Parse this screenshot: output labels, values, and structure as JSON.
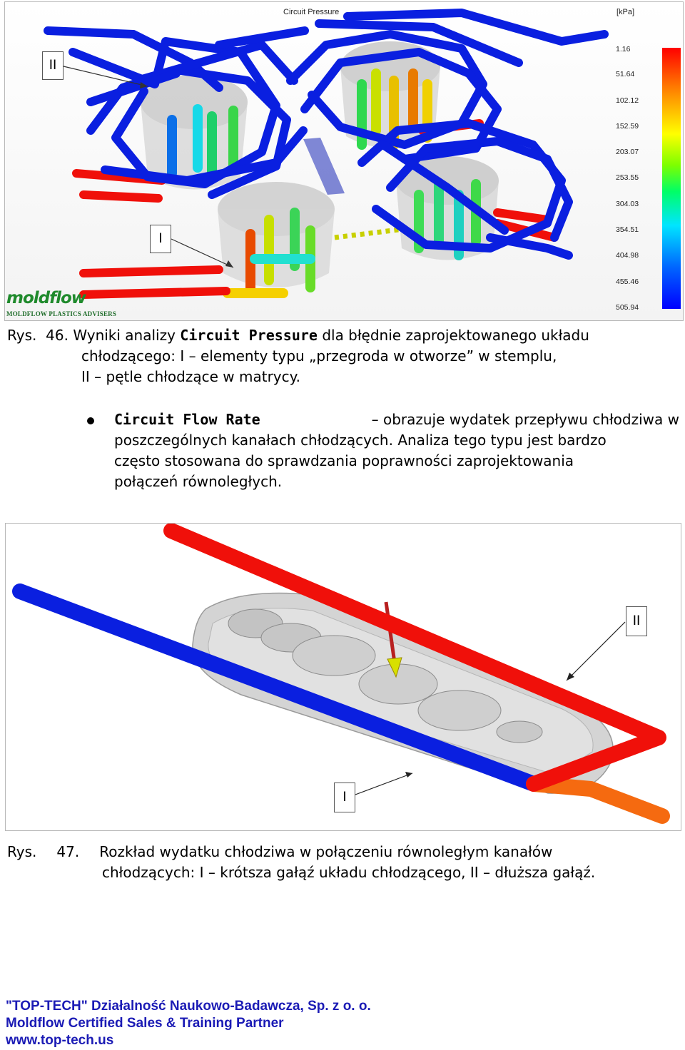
{
  "figure1": {
    "legend_title": "Circuit Pressure",
    "legend_unit": "[kPa]",
    "legend_values": [
      "1.16",
      "51.64",
      "102.12",
      "152.59",
      "203.07",
      "253.55",
      "304.03",
      "354.51",
      "404.98",
      "455.46",
      "505.94"
    ],
    "callout_top": "II",
    "callout_bottom": "I",
    "logo": "moldflow",
    "logo_sub": "MOLDFLOW PLASTICS ADVISERS"
  },
  "caption46": {
    "label": "Rys.",
    "number": "46.",
    "pre": "Wyniki analizy",
    "bold": "Circuit Pressure",
    "post": "dla błędnie zaprojektowanego układu",
    "line2": "chłodzącego: I – elementy typu „przegroda w otworze” w stemplu,",
    "line3": "II – pętle chłodzące w matrycy."
  },
  "bullet": {
    "term": "Circuit Flow Rate",
    "rest1": "– obrazuje wydatek przepływu chłodziwa w",
    "line2": "poszczególnych kanałach chłodzących. Analiza tego typu jest bardzo",
    "line3": "często stosowana do sprawdzania poprawności zaprojektowania",
    "line4": "połączeń równoległych."
  },
  "figure2": {
    "callout_top": "II",
    "callout_bottom": "I"
  },
  "caption47": {
    "label": "Rys.",
    "number": "47.",
    "line1": "Rozkład wydatku chłodziwa w połączeniu równoległym kanałów",
    "line2": "chłodzących: I – krótsza gałąź układu chłodzącego, II – dłuższa gałąź."
  },
  "footer": {
    "line1": "\"TOP-TECH\" Działalność Naukowo-Badawcza, Sp. z o. o.",
    "line2": "Moldflow Certified Sales & Training Partner",
    "line3": "www.top-tech.us"
  },
  "colors": {
    "channel_blue": "#0a1fe0",
    "channel_red": "#f0100a",
    "channel_orange": "#f56a10",
    "footer_text": "#1b1bb5",
    "logo_green": "#1f8a2c"
  }
}
